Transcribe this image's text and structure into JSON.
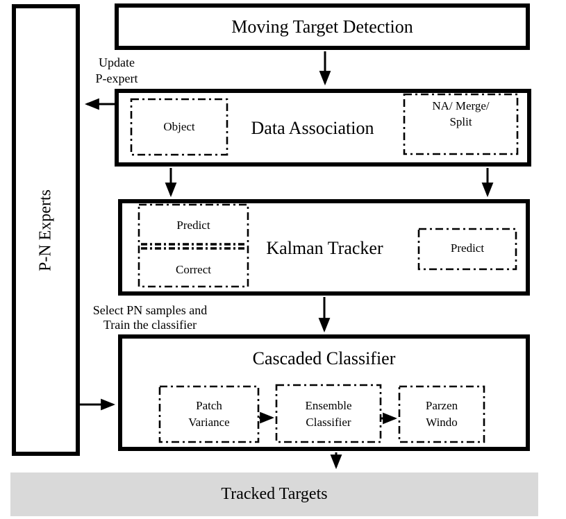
{
  "colors": {
    "ink": "#000000",
    "tracked_bar_bg": "#d9d9d9"
  },
  "boxes": {
    "pn_experts": "P-N Experts",
    "moving_target_detection": "Moving Target Detection",
    "data_association": "Data Association",
    "kalman_tracker": "Kalman Tracker",
    "cascaded_classifier": "Cascaded Classifier",
    "tracked_targets": "Tracked Targets"
  },
  "subboxes": {
    "object": "Object",
    "na_merge_split": {
      "line1": "NA/ Merge/",
      "line2": "Split"
    },
    "predict_top": "Predict",
    "correct": "Correct",
    "predict_right": "Predict",
    "patch_variance": {
      "line1": "Patch",
      "line2": "Variance"
    },
    "ensemble_classifier": {
      "line1": "Ensemble",
      "line2": "Classifier"
    },
    "parzen_window": {
      "line1": "Parzen",
      "line2": "Windo"
    }
  },
  "annotations": {
    "update_p_expert": {
      "line1": "Update",
      "line2": "P-expert"
    },
    "select_pn": {
      "line1": "Select PN samples and",
      "line2": "Train the classifier"
    }
  }
}
